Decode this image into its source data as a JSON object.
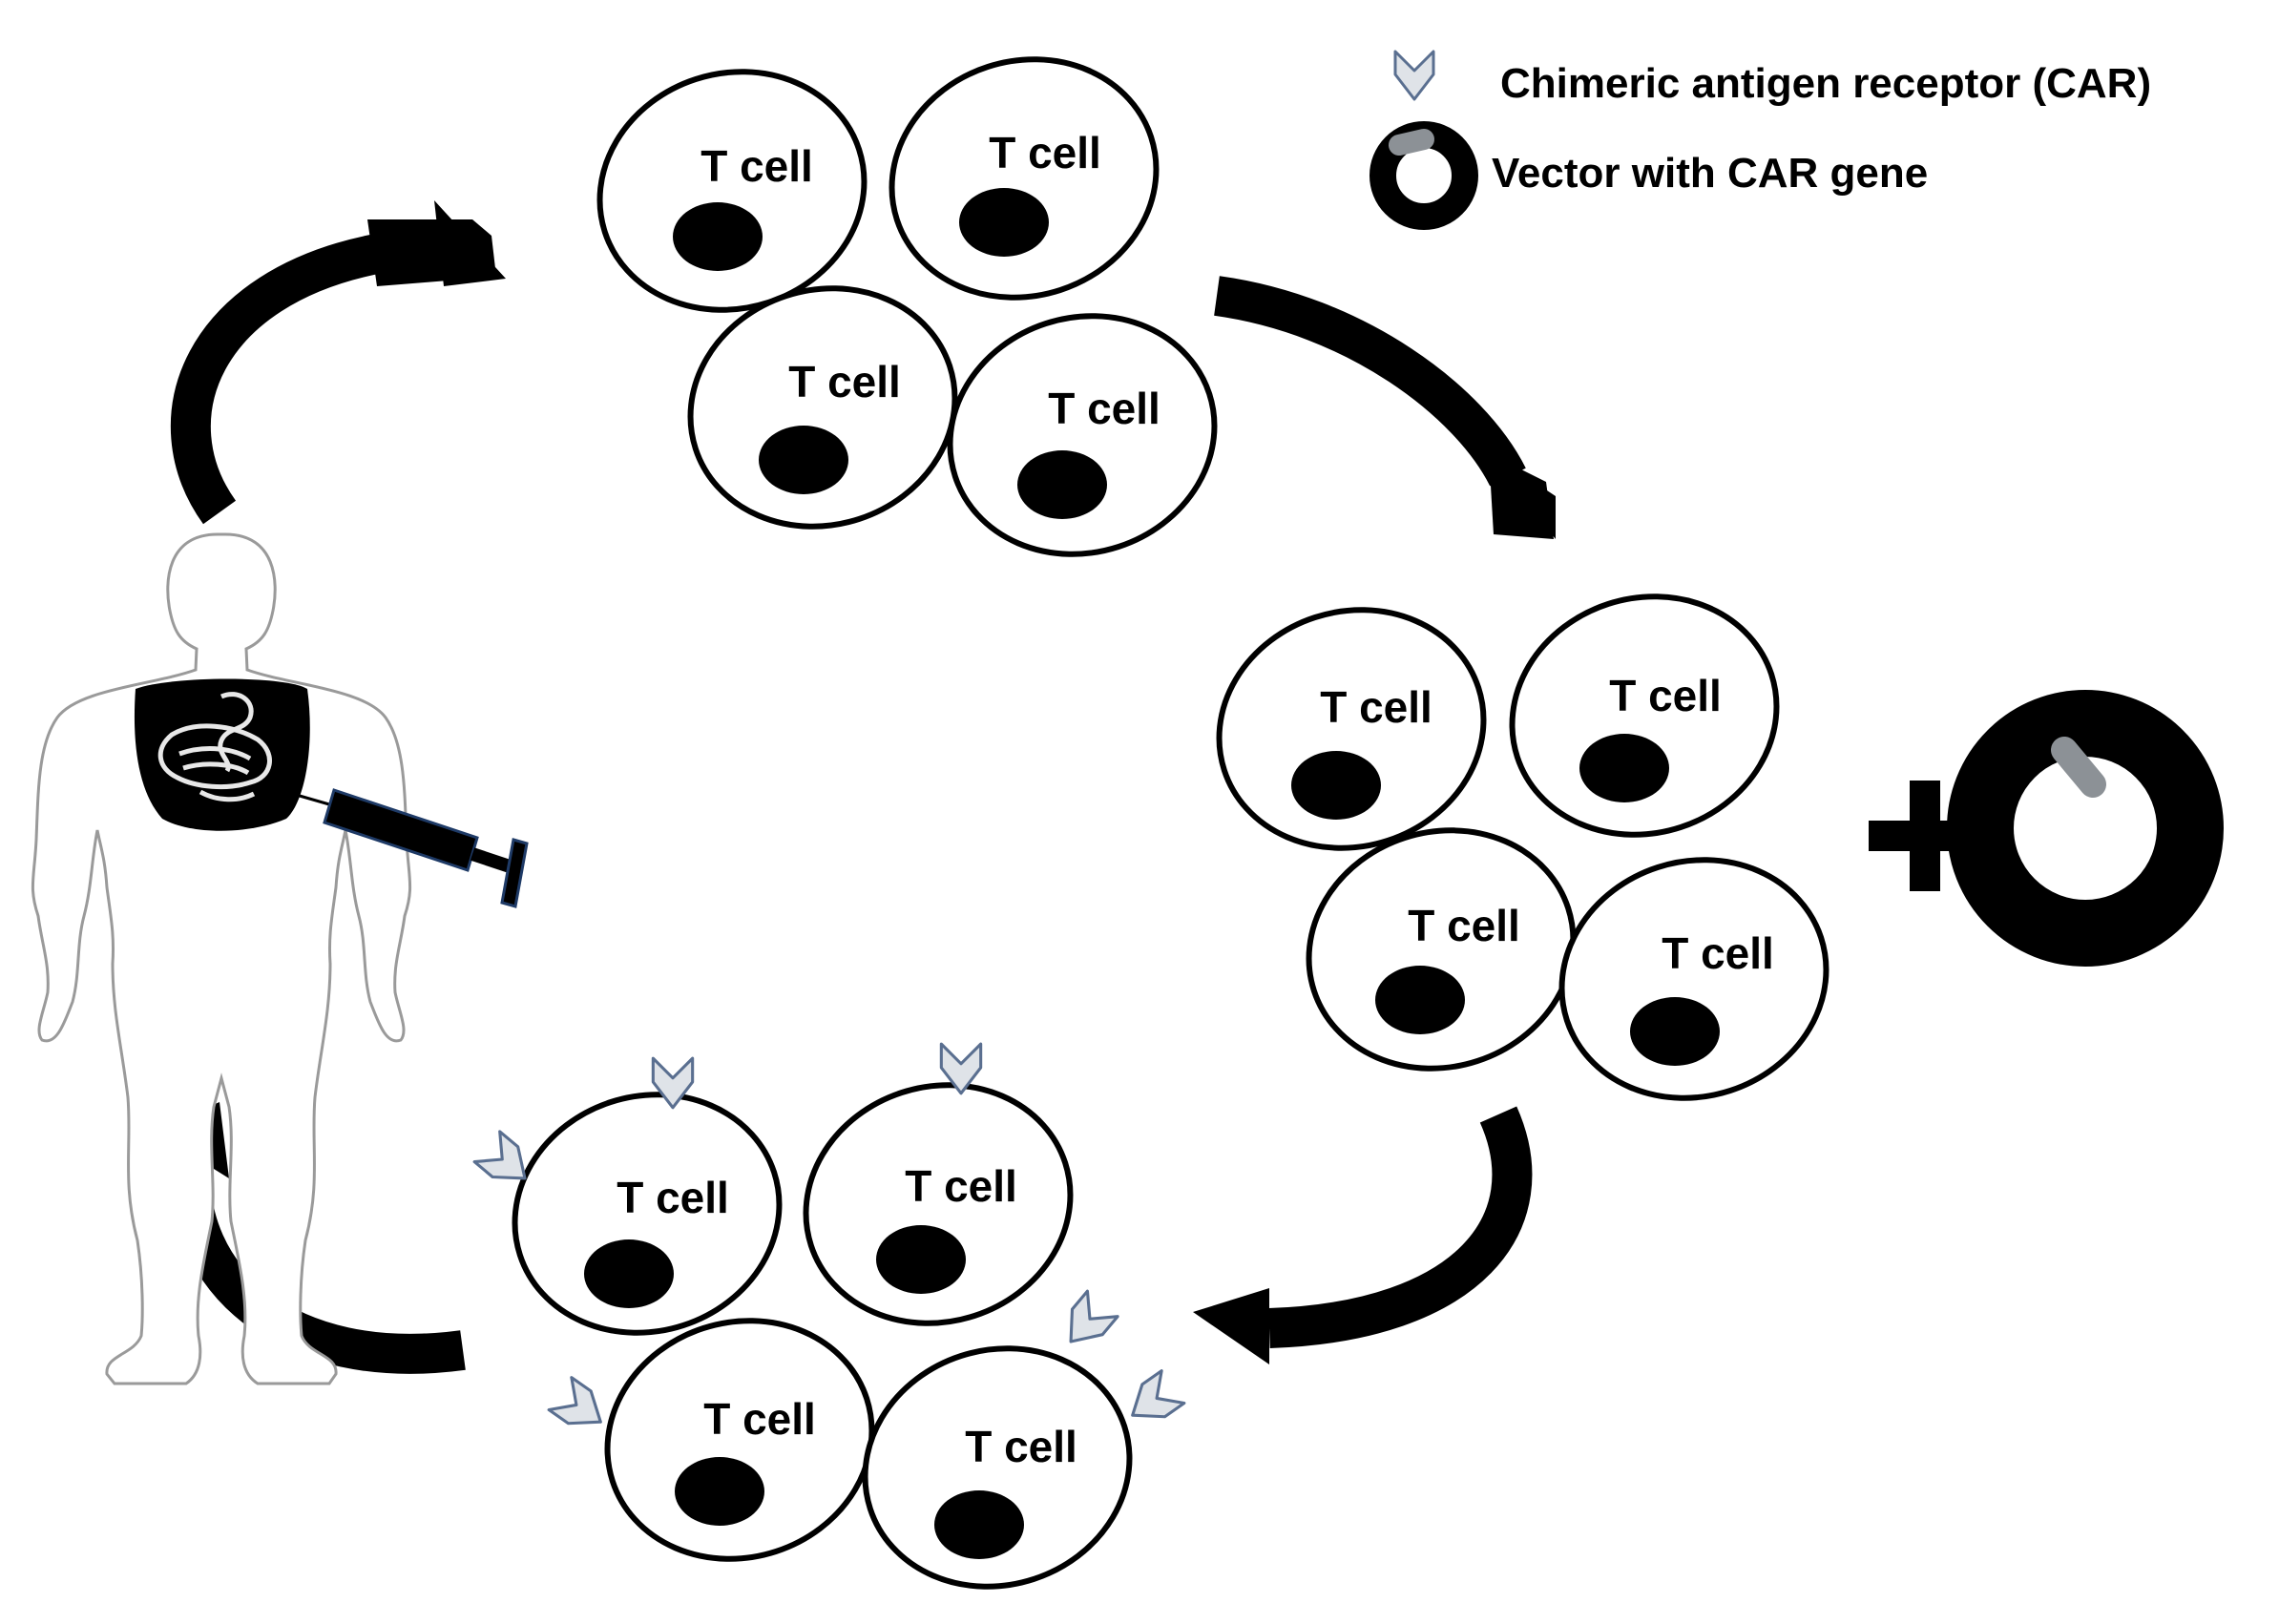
{
  "legend": {
    "car_label": "Chimeric antigen receptor (CAR)",
    "vector_label": "Vector with CAR gene"
  },
  "cell_groups": [
    {
      "id": "harvested",
      "cells": [
        {
          "label": "T cell"
        },
        {
          "label": "T cell"
        },
        {
          "label": "T cell"
        },
        {
          "label": "T cell"
        }
      ]
    },
    {
      "id": "transduction",
      "cells": [
        {
          "label": "T cell"
        },
        {
          "label": "T cell"
        },
        {
          "label": "T cell"
        },
        {
          "label": "T cell"
        }
      ]
    },
    {
      "id": "car-t",
      "cells": [
        {
          "label": "T cell"
        },
        {
          "label": "T cell"
        },
        {
          "label": "T cell"
        },
        {
          "label": "T cell"
        }
      ]
    }
  ],
  "icons": {
    "human_body": "human-body-icon",
    "syringe": "syringe-icon",
    "plus": "plus-icon",
    "vector": "vector-ring-icon",
    "car": "car-receptor-icon"
  },
  "colors": {
    "arrow": "#000000",
    "receptor_fill": "#dfe3e8",
    "receptor_stroke": "#5a6f90",
    "vector_insert": "#8c9196"
  }
}
